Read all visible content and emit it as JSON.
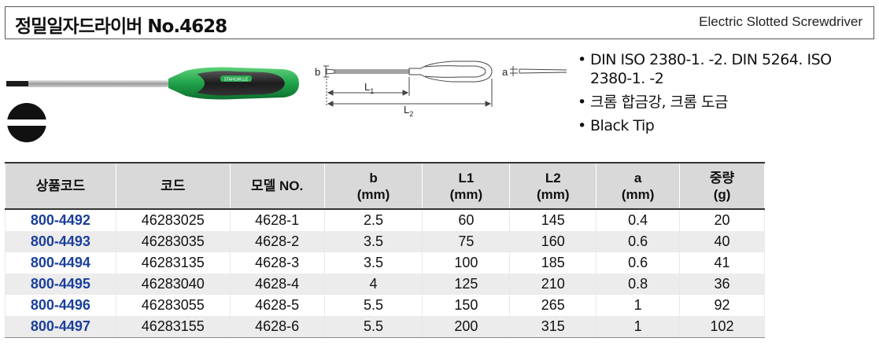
{
  "header": {
    "title": "정밀일자드라이버 No.4628",
    "subtitle": "Electric Slotted Screwdriver"
  },
  "diagram": {
    "label_b": "b",
    "label_L1": "L",
    "label_L1_sub": "1",
    "label_L2": "L",
    "label_L2_sub": "2",
    "label_a": "a",
    "brand_mark": "STAHLWILLE"
  },
  "specs": [
    "DIN ISO 2380-1. -2. DIN 5264. ISO 2380-1. -2",
    "크롬 합금강, 크롬 도금",
    "Black Tip"
  ],
  "table": {
    "headers": [
      {
        "line1": "상품코드",
        "line2": ""
      },
      {
        "line1": "코드",
        "line2": ""
      },
      {
        "line1": "모델 NO.",
        "line2": ""
      },
      {
        "line1": "b",
        "line2": "(mm)"
      },
      {
        "line1": "L1",
        "line2": "(mm)"
      },
      {
        "line1": "L2",
        "line2": "(mm)"
      },
      {
        "line1": "a",
        "line2": "(mm)"
      },
      {
        "line1": "중량",
        "line2": "(g)"
      }
    ],
    "rows": [
      [
        "800-4492",
        "46283025",
        "4628-1",
        "2.5",
        "60",
        "145",
        "0.4",
        "20"
      ],
      [
        "800-4493",
        "46283035",
        "4628-2",
        "3.5",
        "75",
        "160",
        "0.6",
        "40"
      ],
      [
        "800-4494",
        "46283135",
        "4628-3",
        "3.5",
        "100",
        "185",
        "0.6",
        "41"
      ],
      [
        "800-4495",
        "46283040",
        "4628-4",
        "4",
        "125",
        "210",
        "0.8",
        "36"
      ],
      [
        "800-4496",
        "46283055",
        "4628-5",
        "5.5",
        "150",
        "265",
        "1",
        "92"
      ],
      [
        "800-4497",
        "46283155",
        "4628-6",
        "5.5",
        "200",
        "315",
        "1",
        "102"
      ]
    ]
  },
  "colors": {
    "code_blue": "#1a3f9b",
    "handle_green": "#1fa24a",
    "handle_black": "#1c1c1c",
    "header_gray": "#d9d9d9"
  }
}
